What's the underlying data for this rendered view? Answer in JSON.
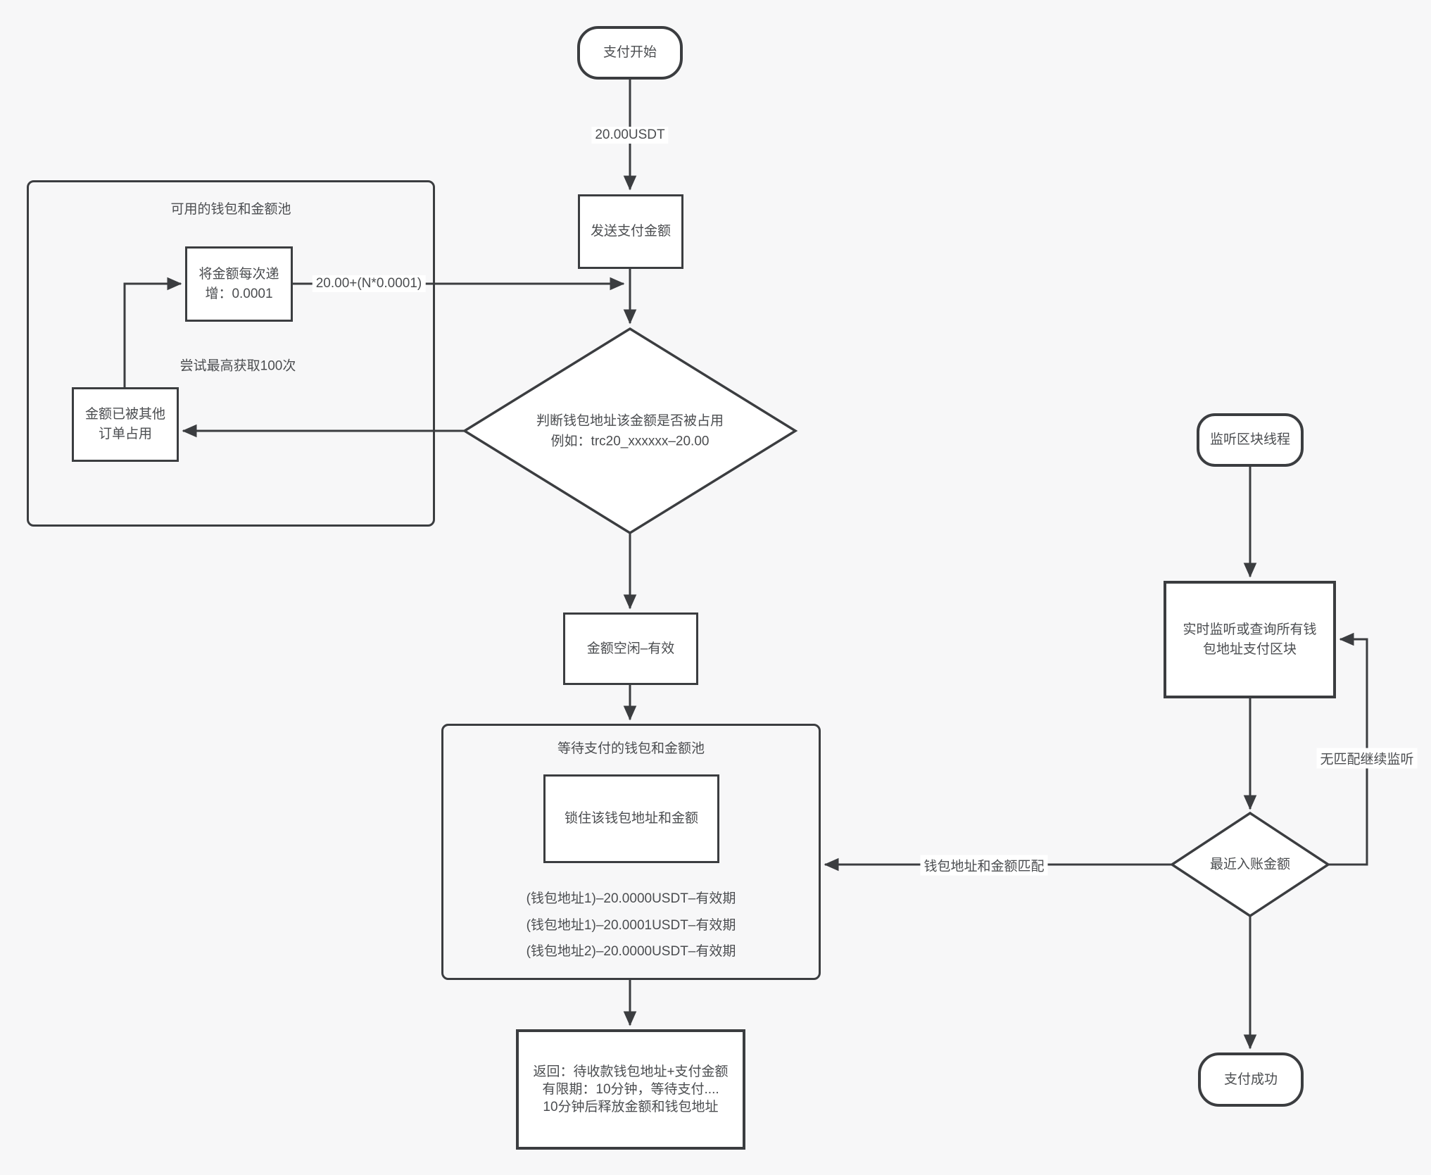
{
  "colors": {
    "background": "#f7f7f8",
    "stroke": "#3b3d40",
    "text": "#4b4d50",
    "node_fill": "#ffffff"
  },
  "start_node": {
    "label": "支付开始"
  },
  "send_node": {
    "label": "发送支付金额"
  },
  "edge_labels": {
    "amount": "20.00USDT",
    "increment_formula": "20.00+(N*0.0001)",
    "match": "钱包地址和金额匹配",
    "no_match": "无匹配继续监听"
  },
  "available_pool": {
    "title": "可用的钱包和金额池",
    "increment_node": {
      "line1": "将金额每次递",
      "line2": "增：0.0001"
    },
    "retry_note": "尝试最高获取100次",
    "occupied_node": {
      "line1": "金额已被其他",
      "line2": "订单占用"
    }
  },
  "occupied_decision": {
    "line1": "判断钱包地址该金额是否被占用",
    "line2": "例如：trc20_xxxxxx–20.00"
  },
  "idle_node": {
    "label": "金额空闲–有效"
  },
  "waiting_pool": {
    "title": "等待支付的钱包和金额池",
    "lock_node": {
      "label": "锁住该钱包地址和金额"
    },
    "entries": [
      "(钱包地址1)–20.0000USDT–有效期",
      "(钱包地址1)–20.0001USDT–有效期",
      "(钱包地址2)–20.0000USDT–有效期"
    ]
  },
  "return_node": {
    "line1": "返回：待收款钱包地址+支付金额",
    "line2": "有限期：10分钟，等待支付....",
    "line3": "10分钟后释放金额和钱包地址"
  },
  "listener_node": {
    "label": "监听区块线程"
  },
  "monitor_node": {
    "line1": "实时监听或查询所有钱",
    "line2": "包地址支付区块"
  },
  "recent_decision": {
    "label": "最近入账金额"
  },
  "success_node": {
    "label": "支付成功"
  }
}
